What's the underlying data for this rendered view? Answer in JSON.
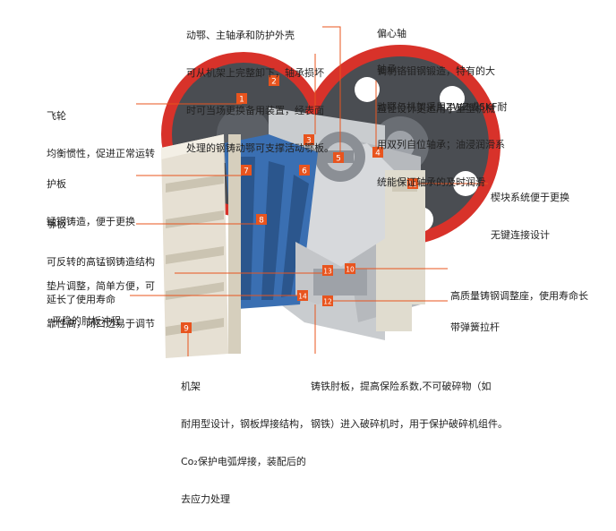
{
  "colors": {
    "leader": "#e8541e",
    "badge": "#e8541e",
    "flywheel_rim": "#d8322a",
    "flywheel_body": "#4a4d52",
    "frame": "#e6e0d3",
    "jaw": "#3a6fb2",
    "steel": "#c9cccf"
  },
  "callouts": [
    {
      "id": "1",
      "lines": [
        "动鄂、主轴承和防护外壳",
        "可从机架上完整卸下，轴承损坏",
        "时可当场更换备用装置，经表面",
        "处理的钢铸动鄂可支撑活动鄂板。"
      ]
    },
    {
      "id": "2",
      "lines": [
        "偏心轴",
        "调制铬钼钢锻造，特有的大",
        "直径设计更适用于重型机械"
      ]
    },
    {
      "id": "3",
      "lines": [
        "轴承",
        "动鄂与机架采用ZWZ或SKF耐",
        "用双列自位轴承；油浸润滑系",
        "统能保证轴承的及时润滑"
      ]
    },
    {
      "id": "4",
      "lines": [
        "飞轮",
        "均衡惯性，促进正常运转"
      ]
    },
    {
      "id": "5",
      "lines": [
        "护板",
        "锰钢铸造，便于更换"
      ]
    },
    {
      "id": "6",
      "lines": [
        "鄂板",
        "可反转的高锰钢铸造结构",
        "延长了使用寿命"
      ]
    },
    {
      "id": "7",
      "lines": [
        "垫片调整，简单方便，可",
        "靠性高，闭口边易于调节"
      ]
    },
    {
      "id": "8",
      "lines": [
        "平稳的肘板冲程"
      ]
    },
    {
      "id": "9",
      "lines": [
        "机架",
        "耐用型设计，钢板焊接结构，",
        "Co₂保护电弧焊接，装配后的",
        "去应力处理"
      ]
    },
    {
      "id": "10",
      "lines": [
        "楔块系统便于更换",
        "无键连接设计"
      ]
    },
    {
      "id": "11",
      "lines": [
        "高质量铸钢调整座，使用寿命长"
      ]
    },
    {
      "id": "12",
      "lines": [
        "带弹簧拉杆"
      ]
    },
    {
      "id": "13",
      "lines": [
        "铸铁肘板，提高保险系数,不可破碎物（如",
        "钢铁）进入破碎机时，用于保护破碎机组件。"
      ]
    }
  ],
  "badges": [
    "1",
    "2",
    "3",
    "4",
    "5",
    "6",
    "7",
    "8",
    "9",
    "10",
    "11",
    "12",
    "13",
    "14"
  ]
}
